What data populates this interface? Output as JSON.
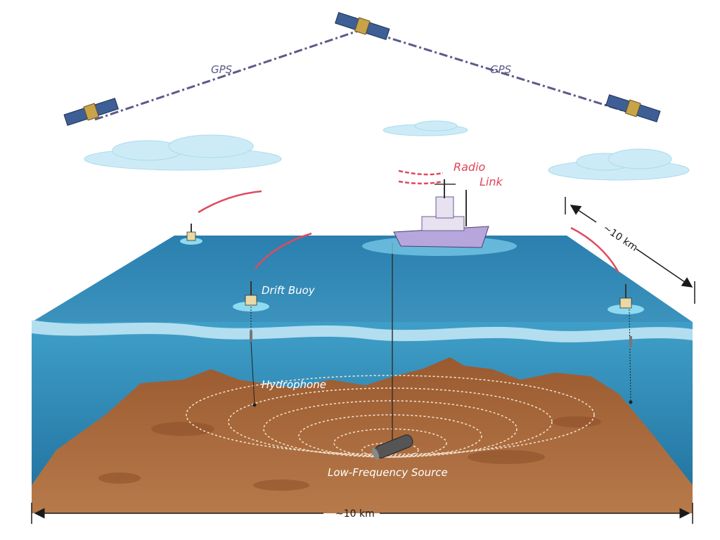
{
  "labels": {
    "gps_left": "GPS",
    "gps_right": "GPS",
    "radio": "Radio",
    "link": "Link",
    "drift_buoy": "Drift Buoy",
    "hydrophone": "Hydrophone",
    "low_frequency_source": "Low-Frequency Source",
    "dim_width": "~10 km",
    "dim_depth": "~10 km"
  },
  "colors": {
    "sea_surface": "#2f88b4",
    "water_body": "#3d95bb",
    "seabed": "#a8693e",
    "gps_link": "#5a5a8a",
    "radio_link": "#e04a5e",
    "ship_hull": "#b6a6dc",
    "cloud": "#bfe5f4"
  },
  "icons": [
    "satellite-icon",
    "cloud-icon",
    "ship-icon",
    "drift-buoy-icon",
    "hydrophone-icon",
    "sound-source-icon",
    "signal-arrow-icon",
    "dimension-arrow-icon"
  ]
}
